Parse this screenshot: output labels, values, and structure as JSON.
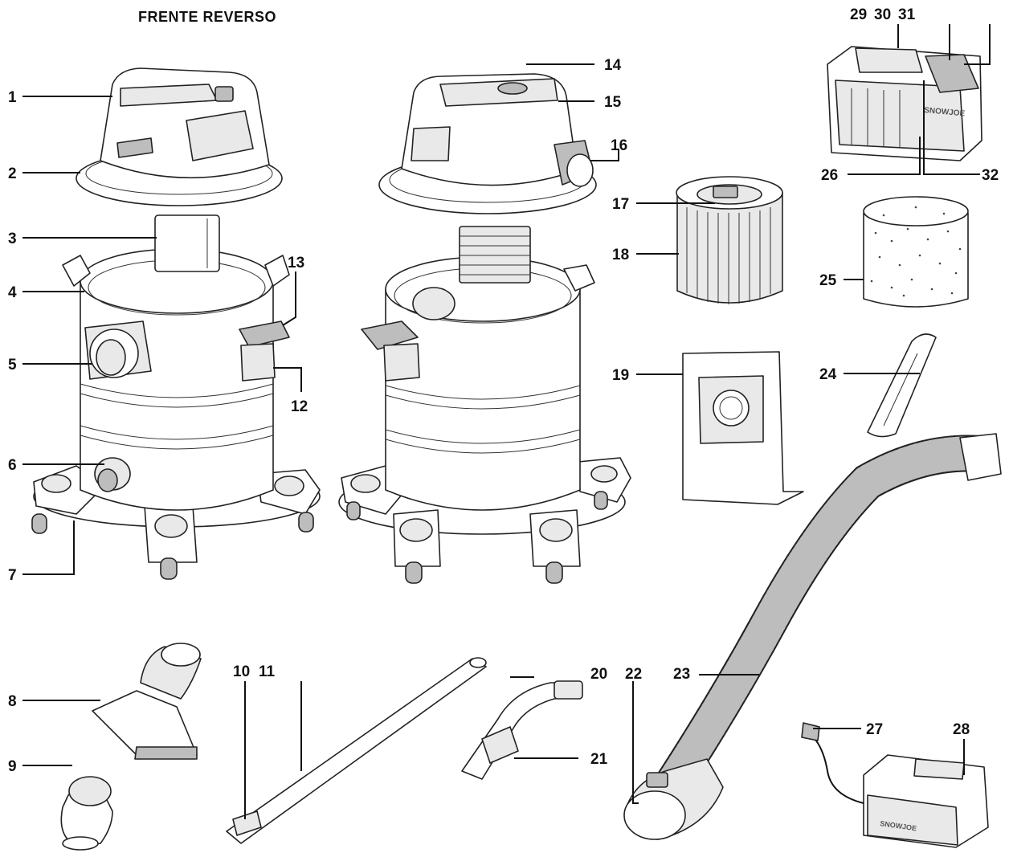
{
  "title": "FRENTE REVERSO",
  "callouts": {
    "c1": "1",
    "c2": "2",
    "c3": "3",
    "c4": "4",
    "c5": "5",
    "c6": "6",
    "c7": "7",
    "c8": "8",
    "c9": "9",
    "c10": "10",
    "c11": "11",
    "c12": "12",
    "c13": "13",
    "c14": "14",
    "c15": "15",
    "c16": "16",
    "c17": "17",
    "c18": "18",
    "c19": "19",
    "c20": "20",
    "c21": "21",
    "c22": "22",
    "c23": "23",
    "c24": "24",
    "c25": "25",
    "c26": "26",
    "c27": "27",
    "c28": "28",
    "c29": "29",
    "c30": "30",
    "c31": "31",
    "c32": "32"
  },
  "branding": {
    "battery_logo": "SNOWJOE",
    "charger_logo": "SNOWJOE"
  }
}
